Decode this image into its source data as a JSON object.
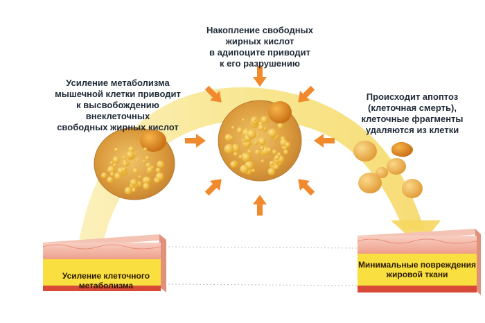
{
  "captions": {
    "left": "Усиление метаболизма\nмышечной клетки приводит\nк высвобождению внеклеточных\nсвободных жирных кислот",
    "top": "Накопление свободных\nжирных кислот\nв адипоците приводит\nк его разрушению",
    "right": "Происходит апоптоз\n(клеточная смерть),\nклеточные фрагменты\nудаляются из клетки"
  },
  "blocks": {
    "left": "Усиление клеточного\nметаболизма",
    "right": "Минимальные повреждения\nжировой ткани"
  },
  "colors": {
    "arc": "#f7e27e",
    "cell_fill": "#e0a23c",
    "droplet": "#f2c241",
    "arrow_orange": "#f08a2c",
    "layer_pink": "#f3b3a0",
    "layer_yellow": "#f9df3f",
    "layer_red": "#d84a37"
  },
  "icons": [
    "compression-arrows-icon",
    "fat-cell-icon",
    "cell-fragment-icon"
  ]
}
